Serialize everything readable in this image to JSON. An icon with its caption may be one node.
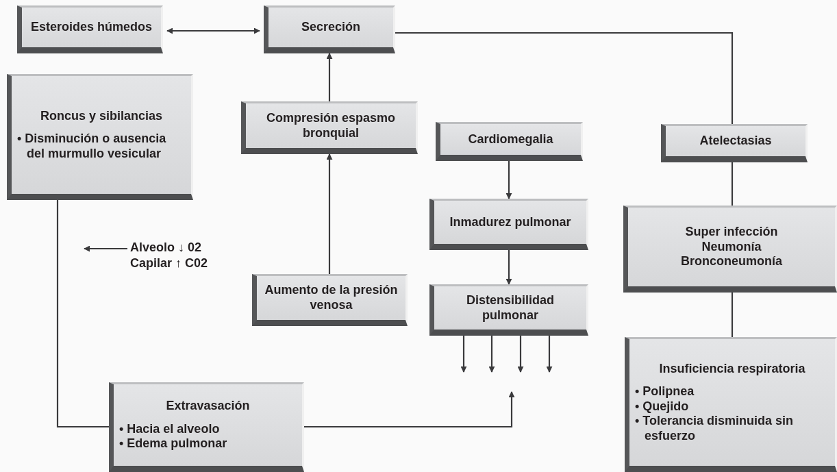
{
  "diagram": {
    "nodes": [
      {
        "text": [
          "Esteroides húmedos"
        ]
      },
      {
        "text": [
          "Secreción"
        ]
      },
      {
        "text": [
          "Roncus y sibilancias",
          "• Disminución o ausencia del murmullo vesicular"
        ]
      },
      {
        "text": [
          "Compresión espasmo bronquial"
        ]
      },
      {
        "text": [
          "Cardiomegalia"
        ]
      },
      {
        "text": [
          "Atelectasias"
        ]
      },
      {
        "text": [
          "Inmadurez pulmonar"
        ]
      },
      {
        "text": [
          "Super infección",
          "Neumonía",
          "Bronconeumonía"
        ]
      },
      {
        "text": [
          "Aumento de la presión venosa"
        ]
      },
      {
        "text": [
          "Distensibilidad pulmonar"
        ]
      },
      {
        "text": [
          "Extravasación",
          "• Hacia el alveolo",
          "• Edema pulmonar"
        ]
      },
      {
        "text": [
          "Insuficiencia respiratoria",
          "• Polipnea",
          "• Quejido",
          "• Tolerancia disminuida sin esfuerzo"
        ]
      },
      {
        "text": [
          "Alveolo ↓ 02",
          "Capilar ↑ C02"
        ]
      }
    ],
    "edges": [
      {
        "from": 0,
        "to": 1,
        "arrow": "both"
      },
      {
        "from": 3,
        "to": 1,
        "arrow": "to"
      },
      {
        "from": 8,
        "to": 3,
        "arrow": "to"
      },
      {
        "from": 1,
        "to": 5,
        "arrow": "none"
      },
      {
        "from": 4,
        "to": 6,
        "arrow": "to"
      },
      {
        "from": 6,
        "to": 9,
        "arrow": "to"
      },
      {
        "from": 5,
        "to": 7,
        "arrow": "none"
      },
      {
        "from": 7,
        "to": 11,
        "arrow": "none"
      },
      {
        "from": 9,
        "to": null,
        "arrow": "to"
      },
      {
        "from": 9,
        "to": null,
        "arrow": "to"
      },
      {
        "from": 9,
        "to": null,
        "arrow": "to"
      },
      {
        "from": 9,
        "to": null,
        "arrow": "to"
      },
      {
        "from": 2,
        "to": 10,
        "arrow": "none"
      },
      {
        "from": 10,
        "to": null,
        "arrow": "to"
      },
      {
        "from": 12,
        "to": null,
        "arrow": "to"
      }
    ]
  }
}
